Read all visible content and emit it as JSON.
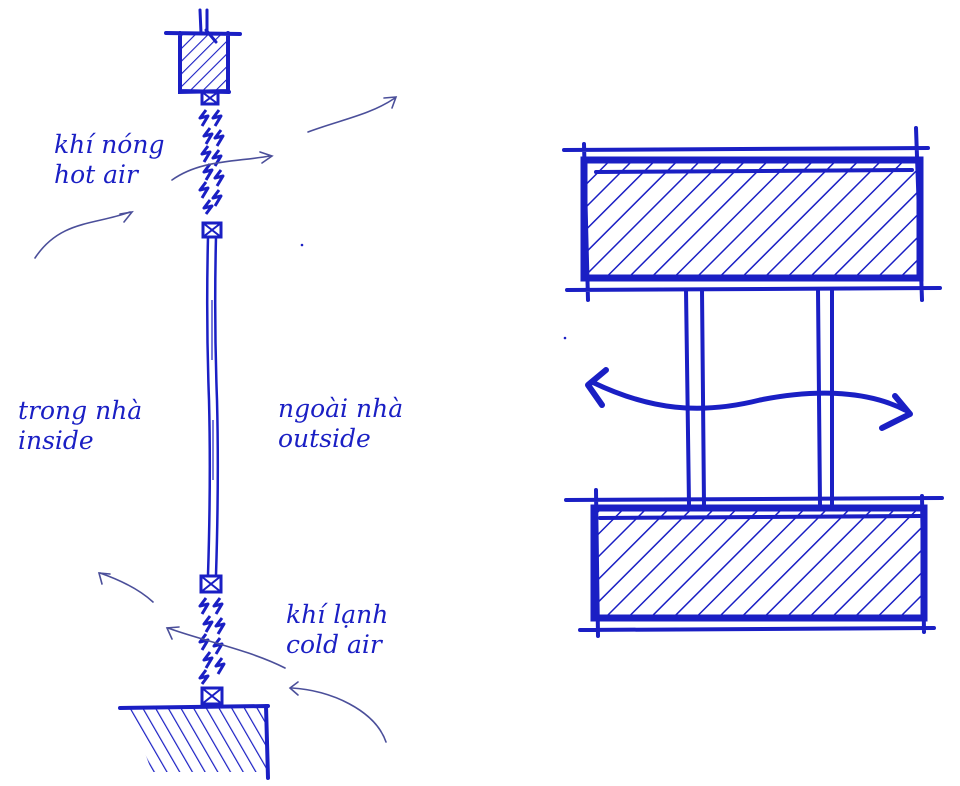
{
  "colors": {
    "ink": "#1a1fc4",
    "thin_arrow": "#4b4f9a"
  },
  "labels": {
    "hot_air": {
      "vi": "khí nóng",
      "en": "hot air"
    },
    "inside": {
      "vi": "trong nhà",
      "en": "inside"
    },
    "outside": {
      "vi": "ngoài nhà",
      "en": "outside"
    },
    "cold_air": {
      "vi": "khí lạnh",
      "en": "cold air"
    }
  }
}
